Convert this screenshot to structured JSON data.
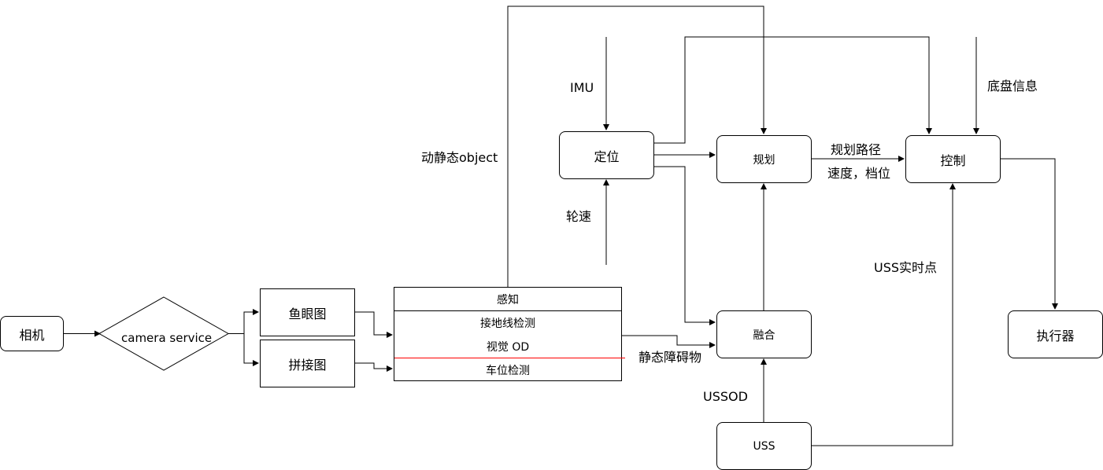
{
  "nodes": {
    "camera": "相机",
    "camera_service": "camera service",
    "fisheye": "鱼眼图",
    "stitched": "拼接图",
    "perception": {
      "title": "感知",
      "items": [
        "接地线检测",
        "视觉 OD",
        "车位检测"
      ]
    },
    "localization": "定位",
    "planning": "规划",
    "control": "控制",
    "fusion": "融合",
    "uss": "USS",
    "actuator": "执行器"
  },
  "edge_labels": {
    "imu": "IMU",
    "wheel_speed": "轮速",
    "dynamic_static_object": "动静态object",
    "planned_path": "规划路径",
    "speed_gear": "速度，档位",
    "chassis_info": "底盘信息",
    "uss_realtime": "USS实时点",
    "static_obstacle": "静态障碍物",
    "ussod": "USSOD"
  },
  "colors": {
    "line": "#000000",
    "separator_red": "#ff0000"
  }
}
